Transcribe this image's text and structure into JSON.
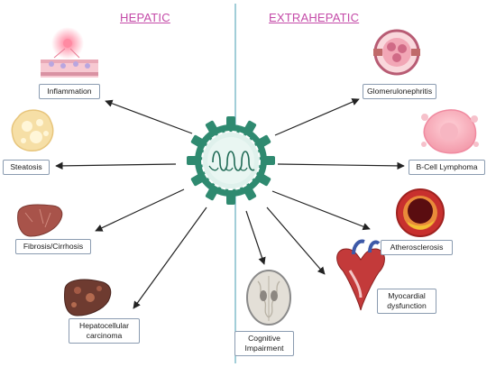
{
  "headers": {
    "hepatic": "HEPATIC",
    "extrahepatic": "EXTRAHEPATIC"
  },
  "hepatic_labels": {
    "inflammation": "Inflammation",
    "steatosis": "Steatosis",
    "fibrosis": "Fibrosis/Cirrhosis",
    "hcc_line1": "Hepatocellular",
    "hcc_line2": "carcinoma"
  },
  "extrahepatic_labels": {
    "glomerulonephritis": "Glomerulonephritis",
    "lymphoma": "B-Cell Lymphoma",
    "atherosclerosis": "Atherosclerosis",
    "myocardial_line1": "Myocardial",
    "myocardial_line2": "dysfunction",
    "cognitive_line1": "Cognitive",
    "cognitive_line2": "Impairment"
  },
  "colors": {
    "header_text": "#c44aa8",
    "divider": "#6fb4c4",
    "virus_green": "#2f8a70",
    "arrow": "#222222"
  }
}
